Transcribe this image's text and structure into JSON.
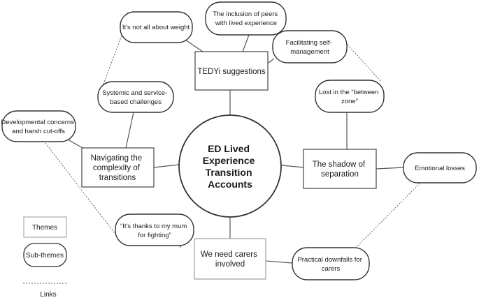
{
  "center": {
    "lines": [
      "ED Lived",
      "Experience",
      "Transition",
      "Accounts"
    ]
  },
  "themes": {
    "tedyi": {
      "lines": [
        "TEDYi suggestions"
      ]
    },
    "navigating": {
      "lines": [
        "Navigating the",
        "complexity of",
        "transitions"
      ]
    },
    "shadow": {
      "lines": [
        "The shadow of",
        "separation"
      ]
    },
    "carers": {
      "lines": [
        "We need carers",
        "involved"
      ]
    }
  },
  "subthemes": {
    "weight": {
      "lines": [
        "It's not all about weight"
      ]
    },
    "peers": {
      "lines": [
        "The inclusion of peers",
        "with lived experience"
      ]
    },
    "selfmgmt": {
      "lines": [
        "Facilitating self-",
        "management"
      ]
    },
    "systemic": {
      "lines": [
        "Systemic and service-",
        "based challenges"
      ]
    },
    "between": {
      "lines": [
        "Lost in the “between",
        "zone”"
      ]
    },
    "developmental": {
      "lines": [
        "Developmental concerns",
        "and harsh cut-offs"
      ]
    },
    "emotional": {
      "lines": [
        "Emotional losses"
      ]
    },
    "mum": {
      "lines": [
        "“It's thanks to my mum",
        "for fighting”"
      ]
    },
    "practical": {
      "lines": [
        "Practical downfalls for",
        "carers"
      ]
    }
  },
  "legend": {
    "themes": "Themes",
    "subthemes": "Sub-themes",
    "links": "Links"
  }
}
